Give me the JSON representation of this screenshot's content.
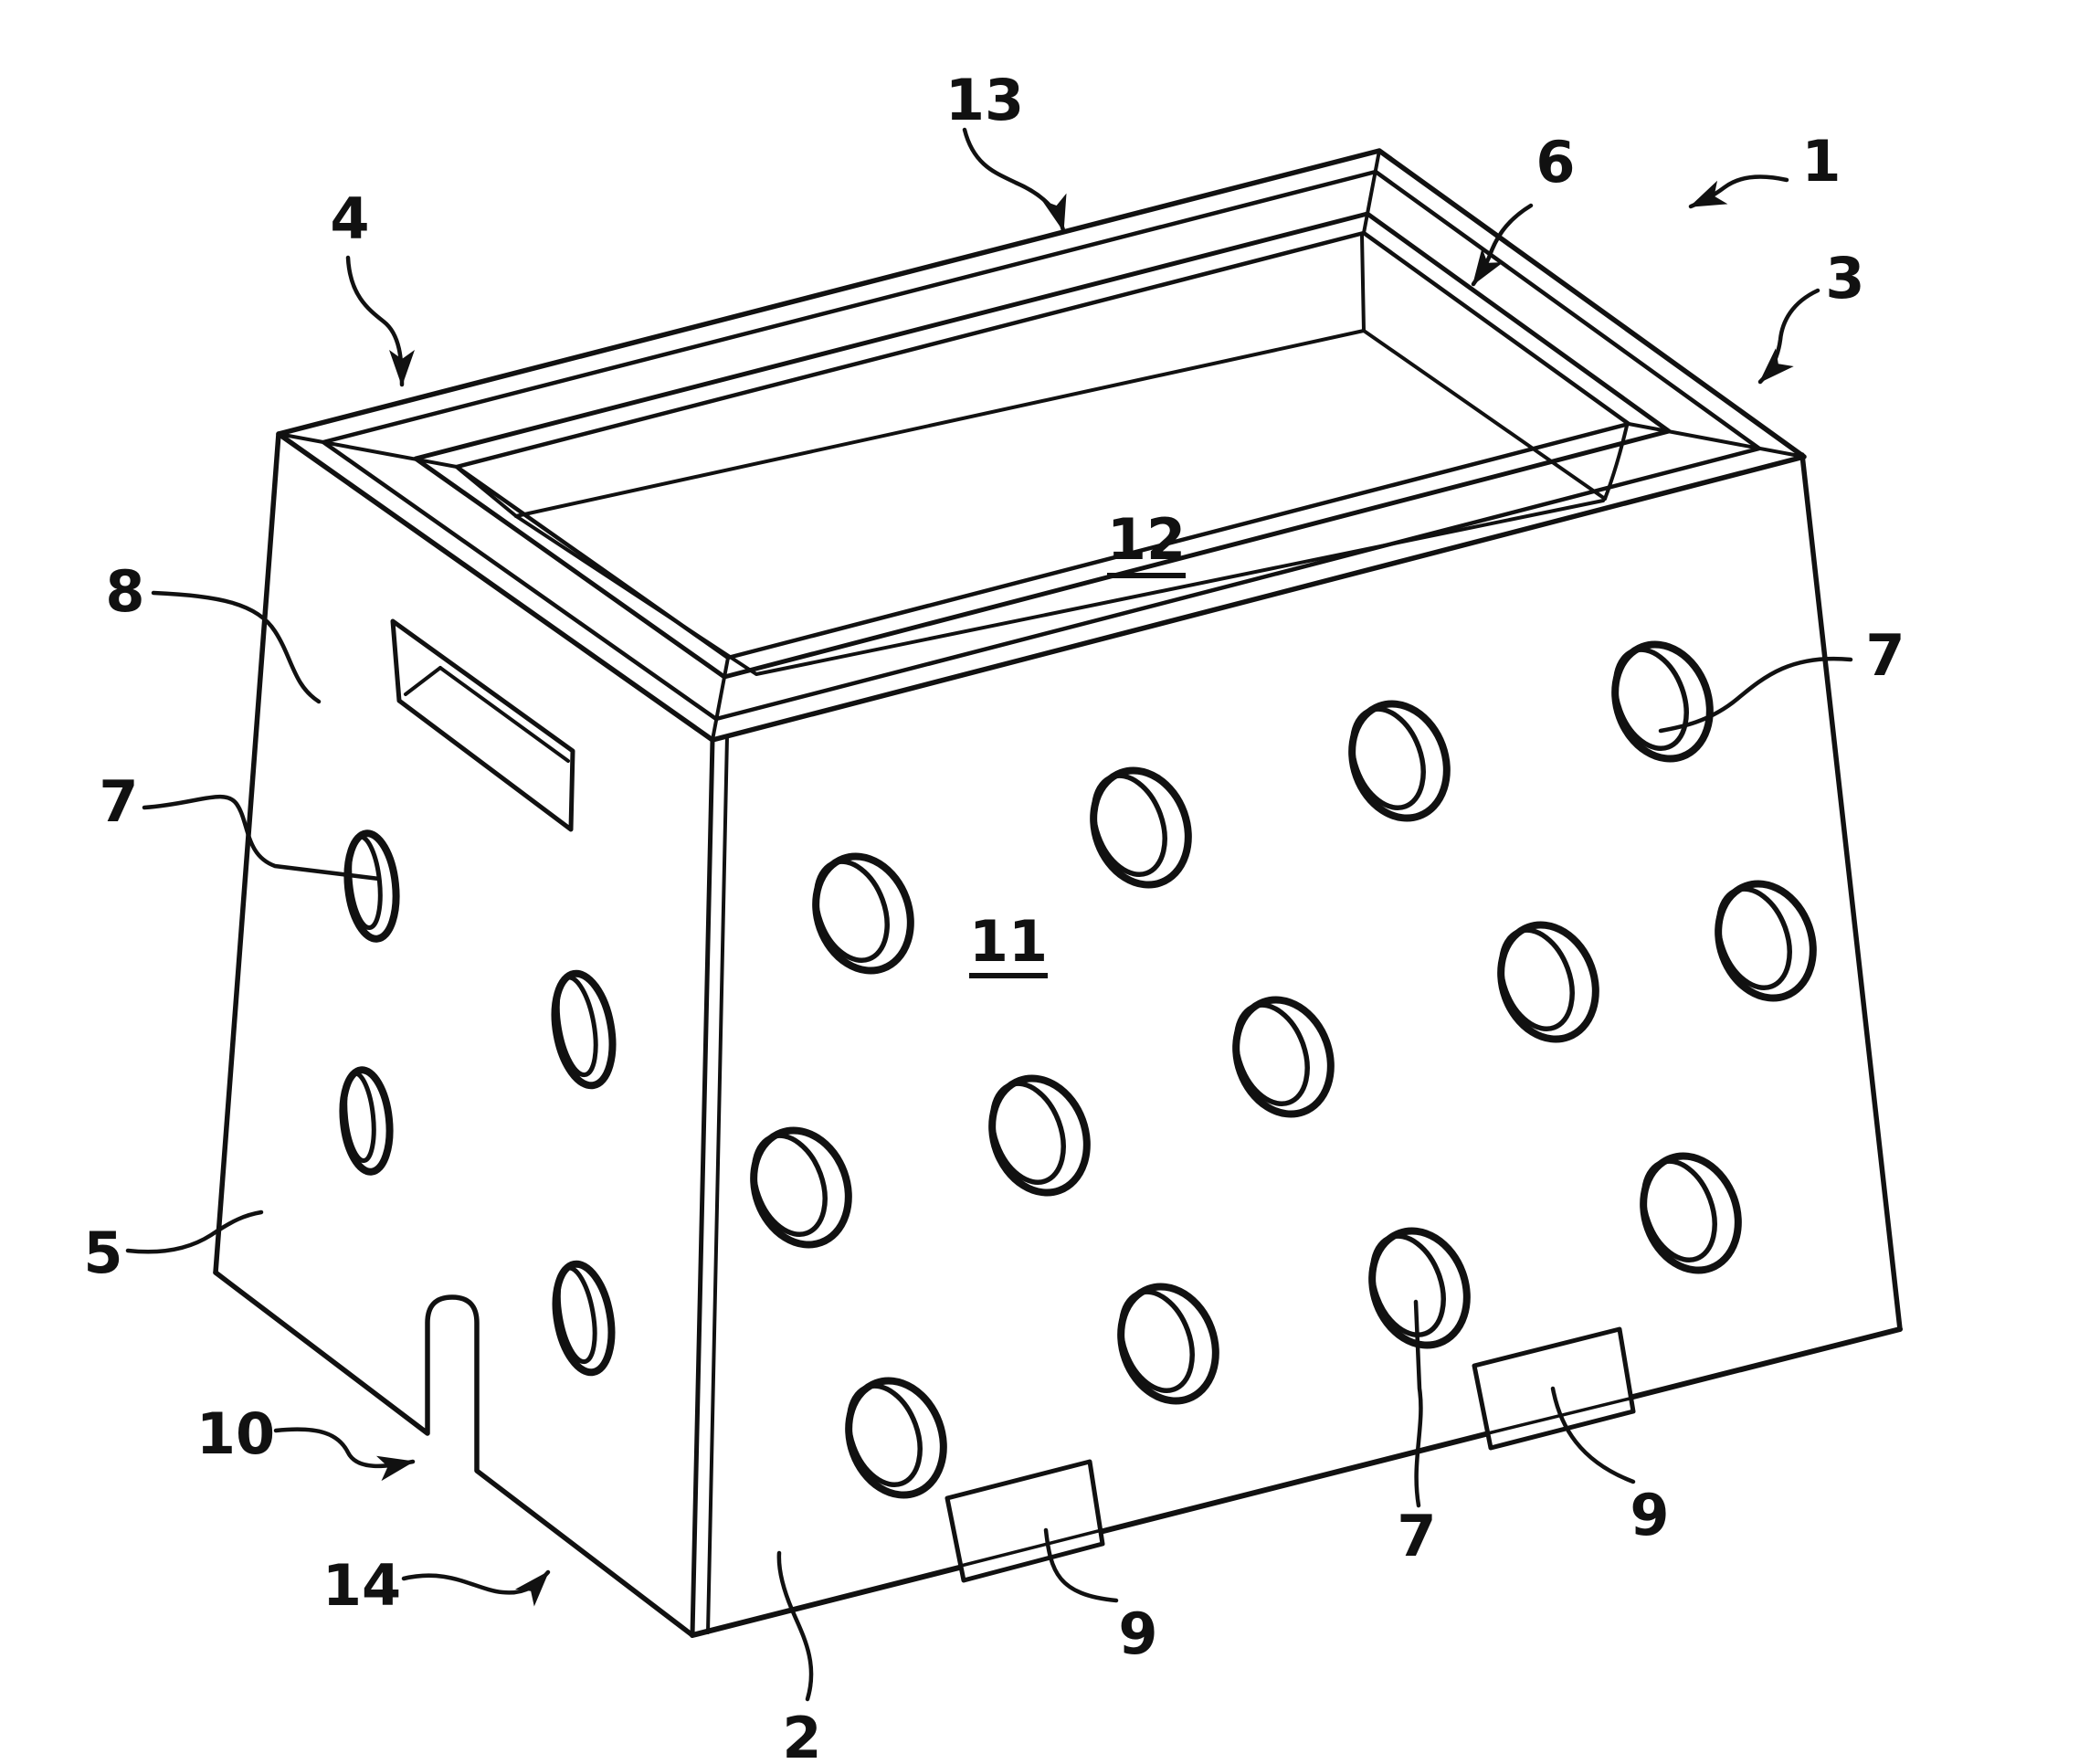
{
  "figure": {
    "kind": "patent-line-drawing",
    "line_color": "#111111",
    "background": "#ffffff",
    "labels": [
      {
        "text": "1",
        "underlined": false
      },
      {
        "text": "2",
        "underlined": false
      },
      {
        "text": "3",
        "underlined": false
      },
      {
        "text": "4",
        "underlined": false
      },
      {
        "text": "5",
        "underlined": false
      },
      {
        "text": "6",
        "underlined": false
      },
      {
        "text": "7",
        "underlined": false
      },
      {
        "text": "7",
        "underlined": false
      },
      {
        "text": "7",
        "underlined": false
      },
      {
        "text": "8",
        "underlined": false
      },
      {
        "text": "9",
        "underlined": false
      },
      {
        "text": "9",
        "underlined": false
      },
      {
        "text": "10",
        "underlined": false
      },
      {
        "text": "11",
        "underlined": true
      },
      {
        "text": "12",
        "underlined": true
      },
      {
        "text": "13",
        "underlined": false
      },
      {
        "text": "14",
        "underlined": false
      }
    ]
  }
}
